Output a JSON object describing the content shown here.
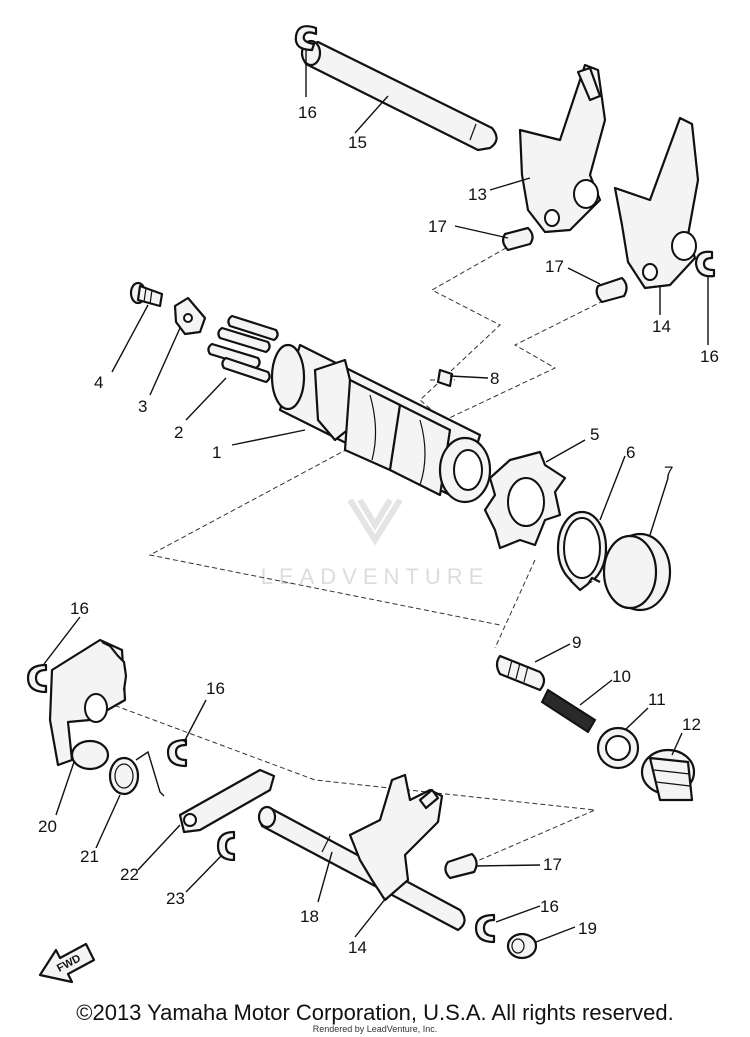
{
  "watermark": {
    "brand": "LEADVENTURE"
  },
  "fwd_label": "FWD",
  "copyright": "©2013 Yamaha Motor Corporation, U.S.A. All rights reserved.",
  "rendered_by": "Rendered by LeadVenture, Inc.",
  "callouts": {
    "c1": "1",
    "c2": "2",
    "c3": "3",
    "c4": "4",
    "c5": "5",
    "c6": "6",
    "c7": "7",
    "c8": "8",
    "c9": "9",
    "c10": "10",
    "c11": "11",
    "c12": "12",
    "c13": "13",
    "c14a": "14",
    "c14b": "14",
    "c15": "15",
    "c16a": "16",
    "c16b": "16",
    "c16c": "16",
    "c16d": "16",
    "c16e": "16",
    "c17a": "17",
    "c17b": "17",
    "c17c": "17",
    "c18": "18",
    "c19": "19",
    "c20": "20",
    "c21": "21",
    "c22": "22",
    "c23": "23"
  }
}
